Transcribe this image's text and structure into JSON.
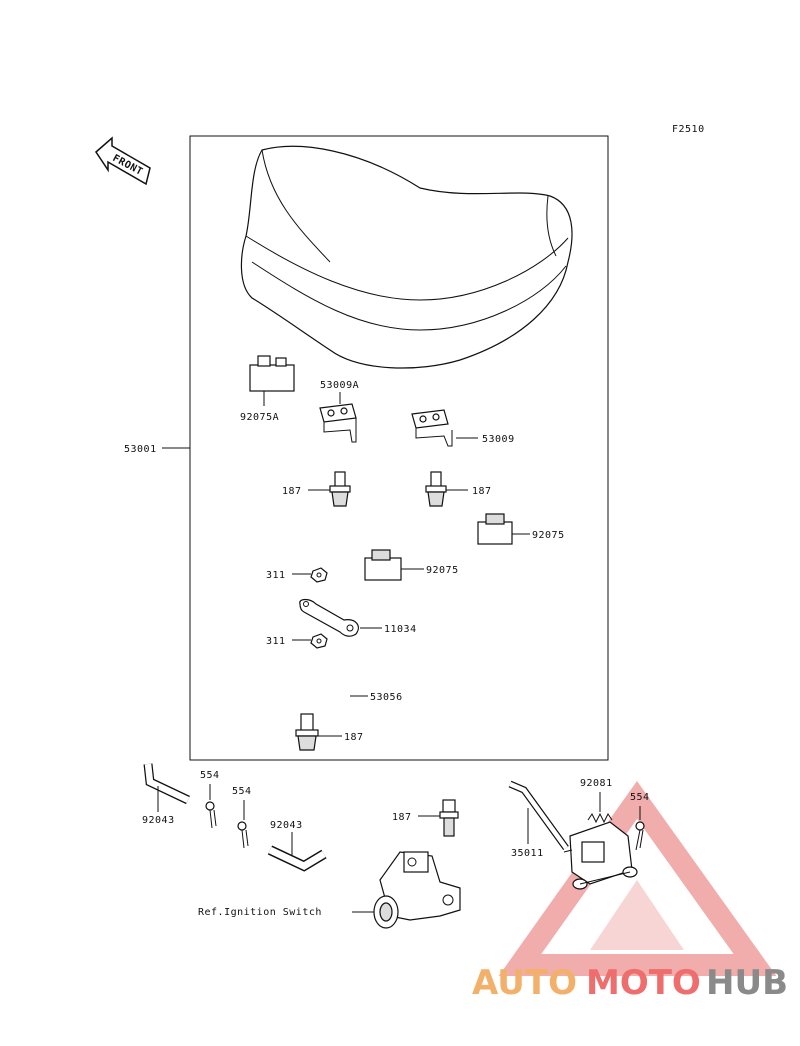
{
  "figure_code": "F2510",
  "front_label": "FRONT",
  "labels": {
    "p92075A": "92075A",
    "p53009A": "53009A",
    "p53009": "53009",
    "p53001": "53001",
    "p187_left": "187",
    "p187_right": "187",
    "p92075_right": "92075",
    "p92075_mid": "92075",
    "p311_top": "311",
    "p311_bottom": "311",
    "p11034": "11034",
    "p53056": "53056",
    "p187_bottom": "187",
    "p92043_left": "92043",
    "p554_a": "554",
    "p554_b": "554",
    "p92043_right": "92043",
    "p187_lower": "187",
    "ignition_ref": "Ref.Ignition Switch",
    "p35011": "35011",
    "p92081": "92081",
    "p554_c": "554"
  },
  "watermark": {
    "part1": "AUTO",
    "part2": "MOTO",
    "part3": "HUB",
    "color_orange": "#f2b06a",
    "color_red": "#ee6d6d",
    "color_gray": "#8a8a8a"
  }
}
